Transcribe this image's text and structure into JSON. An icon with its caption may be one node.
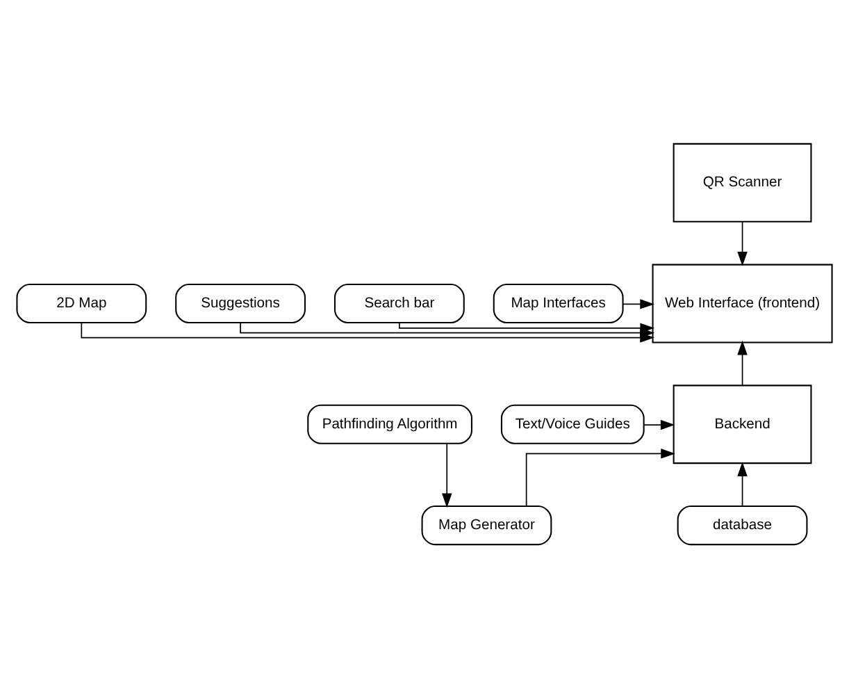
{
  "diagram": {
    "nodes": [
      {
        "text": [
          "QR Scanner"
        ]
      },
      {
        "text": [
          "2D Map"
        ]
      },
      {
        "text": [
          "Web Interface (frontend)"
        ]
      },
      {
        "text": [
          "Suggestions"
        ]
      },
      {
        "text": [
          "Search bar"
        ]
      },
      {
        "text": [
          "Map Interfaces"
        ]
      },
      {
        "text": [
          "Pathfinding Algorithm"
        ]
      },
      {
        "text": [
          "Backend"
        ]
      },
      {
        "text": [
          "Text/Voice Guides"
        ]
      },
      {
        "text": [
          "Map Generator"
        ]
      },
      {
        "text": [
          "database"
        ]
      }
    ],
    "edges": [
      {
        "from": 0,
        "to": 2,
        "arrow": "to"
      },
      {
        "from": 1,
        "to": 2,
        "arrow": "to"
      },
      {
        "from": 4,
        "to": 2,
        "arrow": "to"
      },
      {
        "from": 3,
        "to": 2,
        "arrow": "to"
      },
      {
        "from": 5,
        "to": 2,
        "arrow": "to"
      },
      {
        "from": 7,
        "to": 2,
        "arrow": "to"
      },
      {
        "from": 6,
        "to": 9,
        "arrow": "to"
      },
      {
        "from": 9,
        "to": 7,
        "arrow": "to"
      },
      {
        "from": 8,
        "to": 7,
        "arrow": "to"
      },
      {
        "from": 10,
        "to": 7,
        "arrow": "to"
      }
    ]
  }
}
